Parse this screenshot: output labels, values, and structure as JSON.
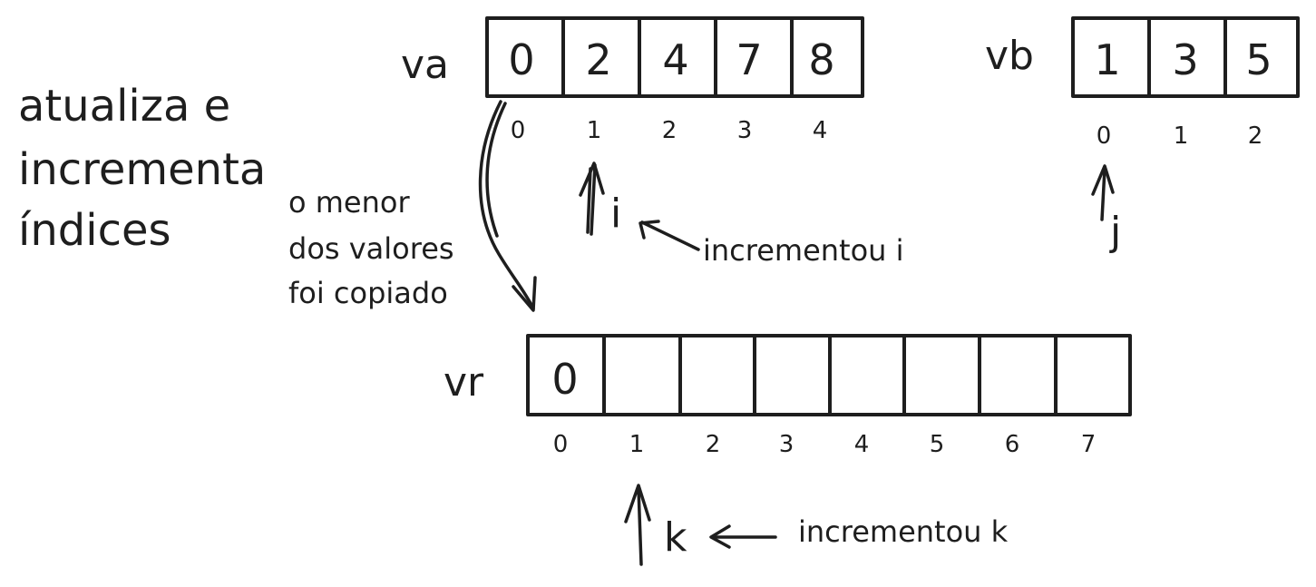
{
  "title": [
    "atualiza e",
    "incrementa",
    "índices"
  ],
  "arrays": [
    {
      "name": "va",
      "cells": [
        "0",
        "2",
        "4",
        "7",
        "8"
      ],
      "indices": [
        "0",
        "1",
        "2",
        "3",
        "4"
      ]
    },
    {
      "name": "vb",
      "cells": [
        "1",
        "3",
        "5"
      ],
      "indices": [
        "0",
        "1",
        "2"
      ]
    },
    {
      "name": "vr",
      "cells": [
        "0",
        "",
        "",
        "",
        "",
        "",
        "",
        ""
      ],
      "indices": [
        "0",
        "1",
        "2",
        "3",
        "4",
        "5",
        "6",
        "7"
      ]
    }
  ],
  "pointers": [
    {
      "name": "i",
      "note": "incrementou i"
    },
    {
      "name": "j",
      "note": ""
    },
    {
      "name": "k",
      "note": "incrementou k"
    }
  ],
  "copy_note": [
    "o menor",
    "dos valores",
    "foi copiado"
  ],
  "colors": {
    "ink": "#1e1e1e",
    "background": "#ffffff"
  }
}
